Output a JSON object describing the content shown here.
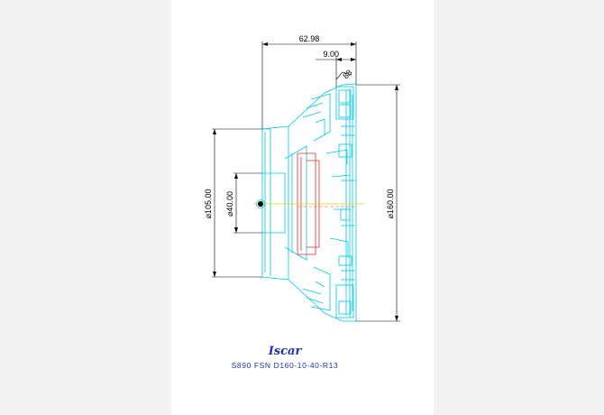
{
  "dimensions": {
    "overall_length": "62.98",
    "insert_offset": "9.00",
    "angle": "88",
    "diameter_body": "⌀105.00",
    "diameter_bore": "⌀40.00",
    "diameter_cutter": "⌀160.00"
  },
  "logo_text": "Iscar",
  "part_number": "S890 FSN D160-10-40-R13",
  "colors": {
    "body_outline": "#00c8e6",
    "bore_outline": "#e6282a",
    "centerline": "#e8d200",
    "dimension": "#000000",
    "title": "#2233aa"
  }
}
